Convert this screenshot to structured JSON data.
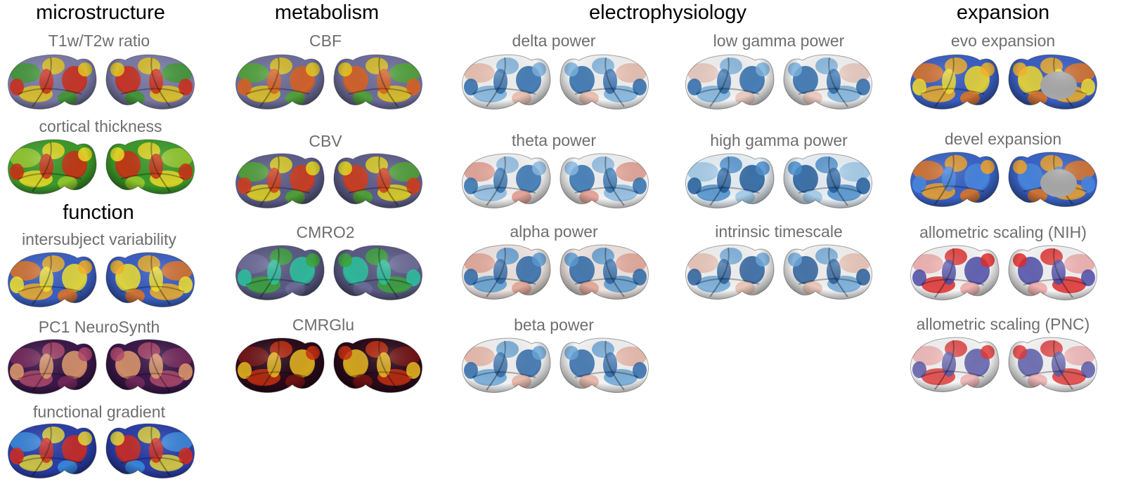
{
  "headers": {
    "microstructure": "microstructure",
    "metabolism": "metabolism",
    "electrophysiology": "electrophysiology",
    "expansion": "expansion",
    "function": "function"
  },
  "maps": {
    "t1w_t2w": {
      "label": "T1w/T2w ratio",
      "colormap": "viridis-green-red",
      "colors": [
        "#7a7aa8",
        "#3c9a2a",
        "#e6c81e",
        "#d22a14"
      ]
    },
    "cortical_thickness": {
      "label": "cortical thickness",
      "colormap": "green-yellow-red",
      "colors": [
        "#3c9a2a",
        "#9ccc2e",
        "#f0dc28",
        "#d22a14"
      ]
    },
    "intersubject_variability": {
      "label": "intersubject variability",
      "colormap": "blue-orange-yellow",
      "colors": [
        "#3a5fc4",
        "#e8761e",
        "#f4b228",
        "#f8e62c"
      ]
    },
    "pc1_neurosynth": {
      "label": "PC1 NeuroSynth",
      "colormap": "magma",
      "colors": [
        "#3a1848",
        "#7a2a5e",
        "#b24a6e",
        "#e8a070"
      ]
    },
    "functional_gradient": {
      "label": "functional gradient",
      "colormap": "jet",
      "colors": [
        "#2a3ea8",
        "#3a8ee0",
        "#e8d838",
        "#d82a1a"
      ]
    },
    "cbf": {
      "label": "CBF",
      "colormap": "green-yellow-red",
      "colors": [
        "#6e6e9c",
        "#4ca82c",
        "#e6c81e",
        "#e0601a"
      ]
    },
    "cbv": {
      "label": "CBV",
      "colormap": "viridis-green-red",
      "colors": [
        "#5e5e8c",
        "#4ca82c",
        "#e6d81e",
        "#d83a14"
      ]
    },
    "cmro2": {
      "label": "CMRO2",
      "colormap": "viridis-green",
      "colors": [
        "#5a5a84",
        "#6e6e9a",
        "#3ca83a",
        "#2ac8a0"
      ]
    },
    "cmrglu": {
      "label": "CMRGlu",
      "colormap": "hot",
      "colors": [
        "#2a0a1a",
        "#7a1414",
        "#c83010",
        "#f0c020"
      ]
    },
    "delta_power": {
      "label": "delta power",
      "colormap": "red-blue",
      "colors": [
        "#f4f4f4",
        "#e8b8a8",
        "#7ab0dc",
        "#2a6aac"
      ]
    },
    "theta_power": {
      "label": "theta power",
      "colormap": "red-blue",
      "colors": [
        "#f4f4f4",
        "#e0988a",
        "#8ab8e0",
        "#2e70b0"
      ]
    },
    "alpha_power": {
      "label": "alpha power",
      "colormap": "red-blue",
      "colors": [
        "#f0e6e2",
        "#e0a090",
        "#5a9ad0",
        "#2a66a8"
      ]
    },
    "beta_power": {
      "label": "beta power",
      "colormap": "red-blue",
      "colors": [
        "#f4f4f4",
        "#e6b2a2",
        "#6aa4d6",
        "#2e6aaa"
      ]
    },
    "low_gamma_power": {
      "label": "low gamma power",
      "colormap": "red-blue",
      "colors": [
        "#f4f4f4",
        "#e8c4b8",
        "#7ab0dc",
        "#2a6aac"
      ]
    },
    "high_gamma_power": {
      "label": "high gamma power",
      "colormap": "blue",
      "colors": [
        "#eaf2f8",
        "#9cc8e8",
        "#4a8ecc",
        "#1e5c9c"
      ]
    },
    "intrinsic_timescale": {
      "label": "intrinsic timescale",
      "colormap": "red-blue",
      "colors": [
        "#f4f4f4",
        "#e8c0b0",
        "#6ea8d8",
        "#285e9c"
      ]
    },
    "evo_expansion": {
      "label": "evo expansion",
      "colormap": "blue-orange-yellow",
      "colors": [
        "#3a5fc4",
        "#e8761e",
        "#f4b228",
        "#f8e02c"
      ]
    },
    "devel_expansion": {
      "label": "devel expansion",
      "colormap": "blue-orange-yellow",
      "colors": [
        "#3a64c8",
        "#e8761e",
        "#f4a428",
        "#4a88e0"
      ]
    },
    "allometric_nih": {
      "label": "allometric scaling (NIH)",
      "colormap": "blue-white-red",
      "colors": [
        "#f6f6f6",
        "#f0a8a8",
        "#e02a2a",
        "#4a4aa8"
      ]
    },
    "allometric_pnc": {
      "label": "allometric scaling (PNC)",
      "colormap": "blue-white-red",
      "colors": [
        "#f6f6f6",
        "#f0b0b0",
        "#e03a3a",
        "#5a5aaa"
      ]
    }
  }
}
